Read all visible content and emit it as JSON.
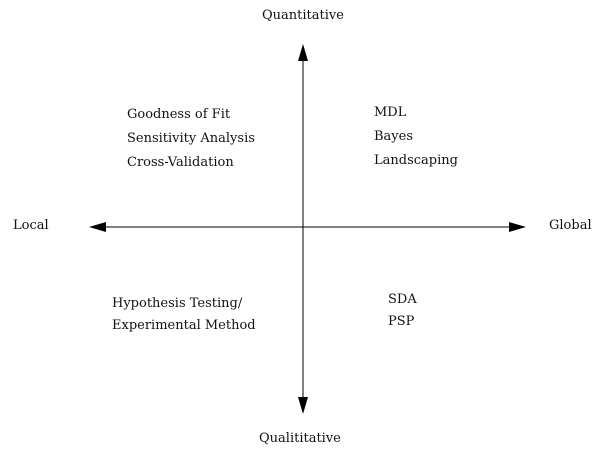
{
  "axes": {
    "top": "Quantitative",
    "bottom": "Qualititative",
    "left": "Local",
    "right": "Global"
  },
  "quadrants": {
    "top_left": [
      "Goodness of Fit",
      "Sensitivity Analysis",
      "Cross-Validation"
    ],
    "top_right": [
      "MDL",
      "Bayes",
      "Landscaping"
    ],
    "bottom_left": [
      "Hypothesis Testing/",
      "Experimental Method"
    ],
    "bottom_right": [
      "SDA",
      "PSP"
    ]
  },
  "colors": {
    "line": "#000000",
    "text": "#111111",
    "background": "#ffffff"
  }
}
